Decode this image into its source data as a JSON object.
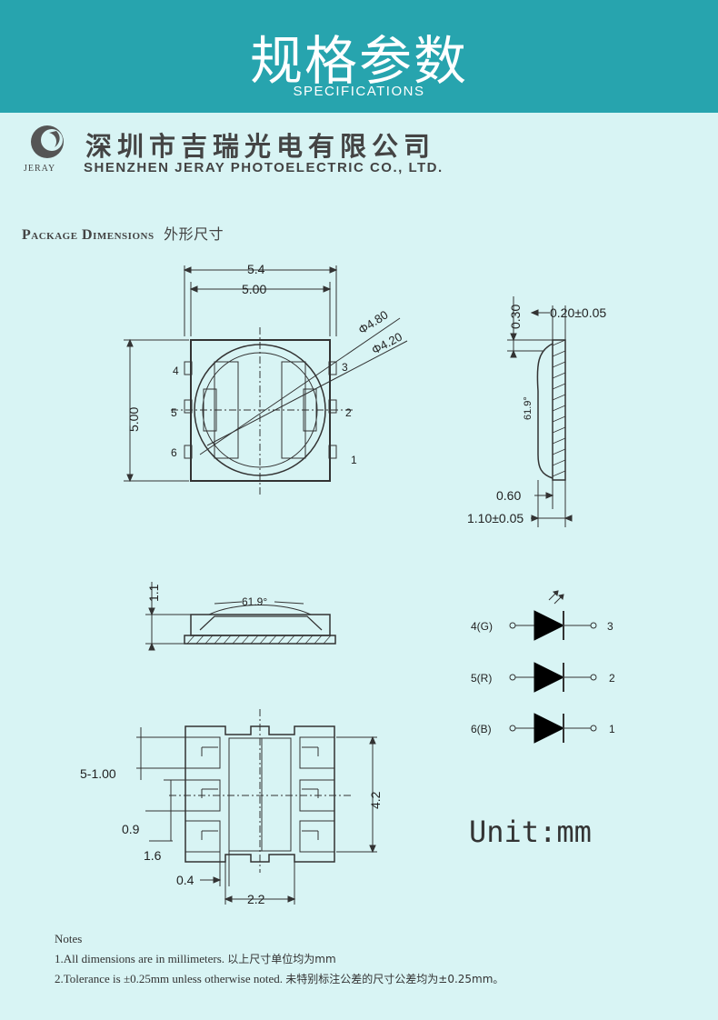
{
  "header": {
    "title_cn": "规格参数",
    "title_en": "SPECIFICATIONS",
    "bg_color": "#27a4ae"
  },
  "company": {
    "logo_text": "JERAY",
    "name_cn": "深圳市吉瑞光电有限公司",
    "name_en": "SHENZHEN JERAY PHOTOELECTRIC CO., LTD."
  },
  "section": {
    "title_en": "Package Dimensions",
    "title_cn": "外形尺寸"
  },
  "top_view": {
    "width_outer": "5.4",
    "width_inner": "5.00",
    "height": "5.00",
    "dia_outer": "Φ4.80",
    "dia_inner": "Φ4.20",
    "pins": [
      "1",
      "2",
      "3",
      "4",
      "5",
      "6"
    ]
  },
  "side_view": {
    "d1": "0.30",
    "d2": "0.20±0.05",
    "angle": "61.9°",
    "d3": "0.60",
    "d4": "1.10±0.05"
  },
  "front_view": {
    "height": "1.1",
    "angle": "61.9°"
  },
  "bottom_view": {
    "pad_width": "5-1.00",
    "pitch": "0.9",
    "pad_len": "1.6",
    "height": "4.2",
    "gap": "0.4",
    "center": "2.2"
  },
  "circuit": {
    "rows": [
      {
        "left": "4(G)",
        "right": "3"
      },
      {
        "left": "5(R)",
        "right": "2"
      },
      {
        "left": "6(B)",
        "right": "1"
      }
    ]
  },
  "unit": "Unit:mm",
  "notes": {
    "title": "Notes",
    "line1_en": "1.All dimensions are in millimeters.",
    "line1_cn": "以上尺寸单位均为mm",
    "line2_en": "2.Tolerance is ±0.25mm unless otherwise noted.",
    "line2_cn": "未特别标注公差的尺寸公差均为±0.25mm。"
  }
}
